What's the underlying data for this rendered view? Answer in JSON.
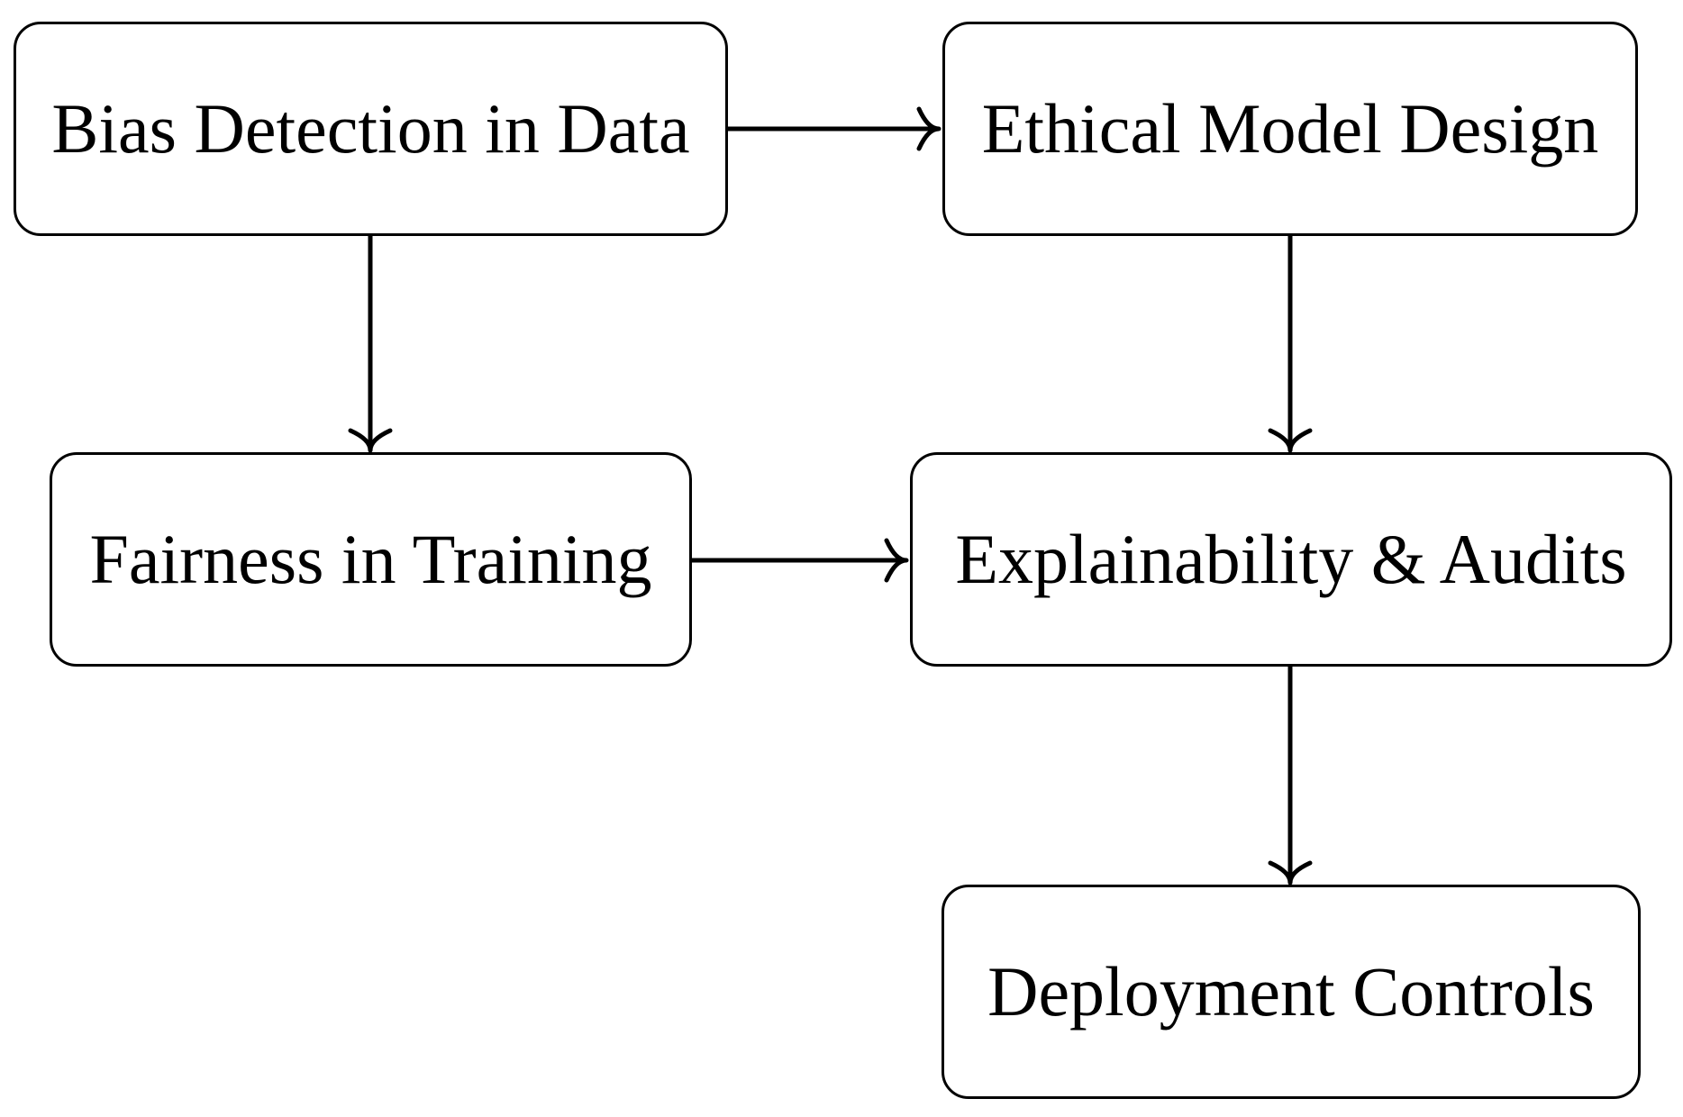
{
  "diagram": {
    "nodes": [
      {
        "id": "bias",
        "label": "Bias Detection in Data"
      },
      {
        "id": "ethical",
        "label": "Ethical Model Design"
      },
      {
        "id": "fairness",
        "label": "Fairness in Training"
      },
      {
        "id": "explain",
        "label": "Explainability & Audits"
      },
      {
        "id": "deploy",
        "label": "Deployment Controls"
      }
    ],
    "edges": [
      {
        "from": "bias",
        "to": "ethical"
      },
      {
        "from": "bias",
        "to": "fairness"
      },
      {
        "from": "ethical",
        "to": "explain"
      },
      {
        "from": "fairness",
        "to": "explain"
      },
      {
        "from": "explain",
        "to": "deploy"
      }
    ]
  }
}
